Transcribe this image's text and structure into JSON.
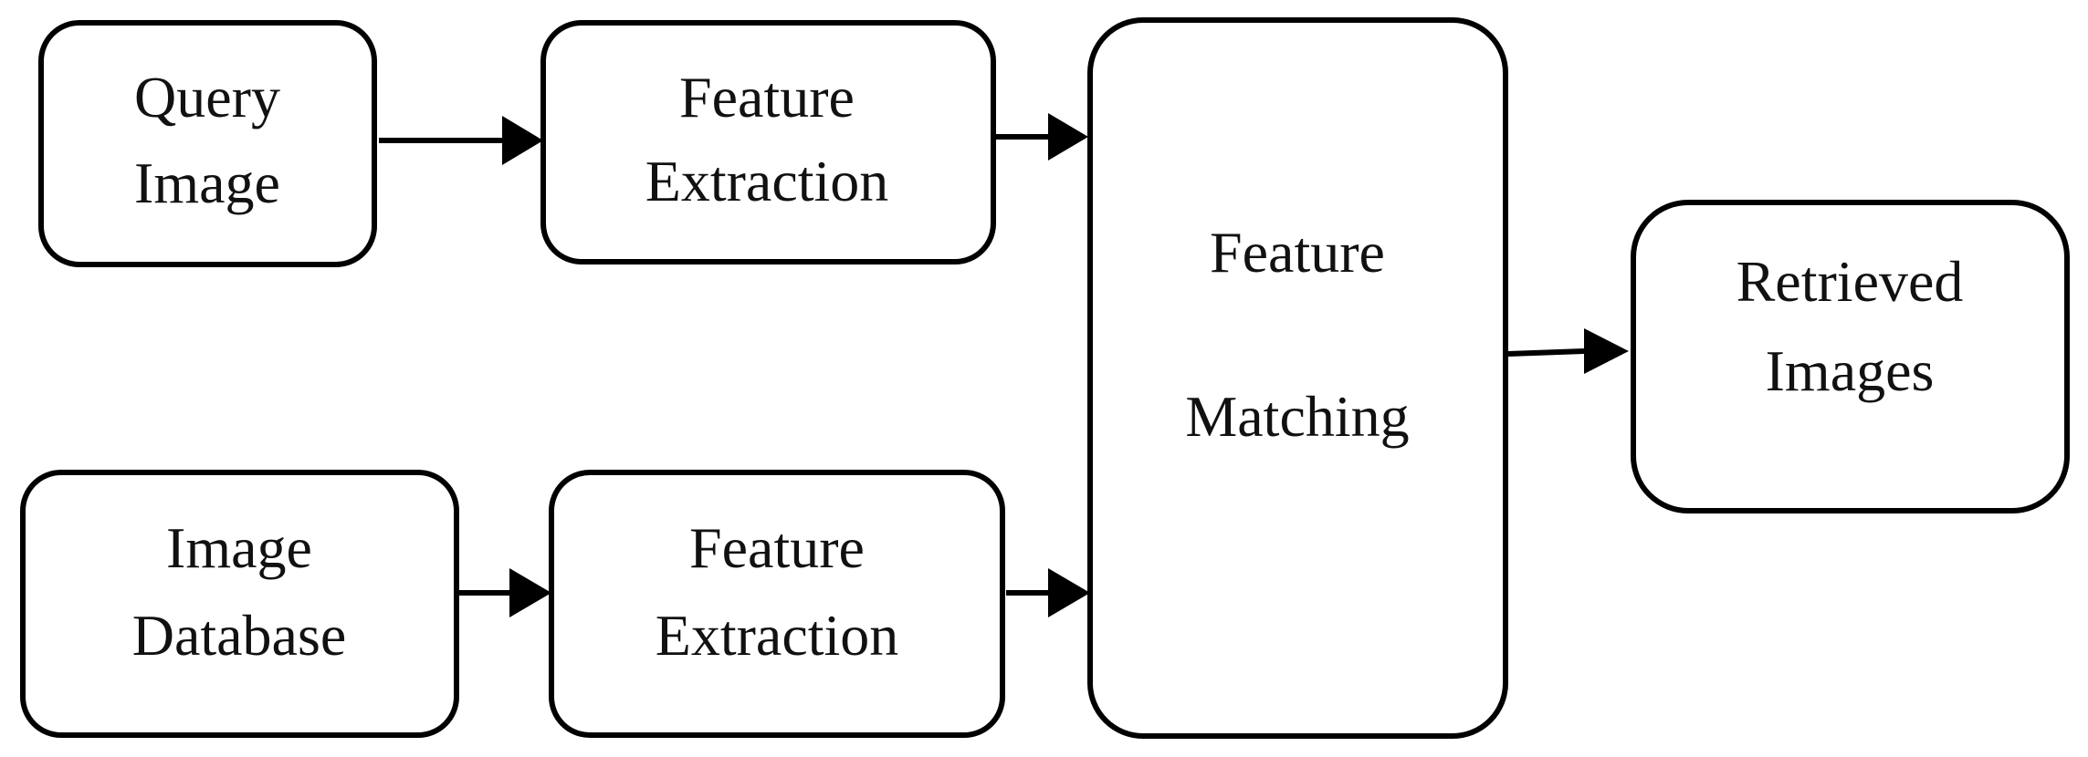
{
  "diagram": {
    "nodes": {
      "query_image": {
        "lines": [
          "Query",
          "Image"
        ]
      },
      "feature_extraction_top": {
        "lines": [
          "Feature",
          "Extraction"
        ]
      },
      "image_database": {
        "lines": [
          "Image",
          "Database"
        ]
      },
      "feature_extraction_bottom": {
        "lines": [
          "Feature",
          "Extraction"
        ]
      },
      "feature_matching": {
        "lines": [
          "Feature",
          "Matching"
        ]
      },
      "retrieved_images": {
        "lines": [
          "Retrieved",
          "Images"
        ]
      }
    },
    "edges": [
      {
        "from": "query_image",
        "to": "feature_extraction_top"
      },
      {
        "from": "feature_extraction_top",
        "to": "feature_matching"
      },
      {
        "from": "image_database",
        "to": "feature_extraction_bottom"
      },
      {
        "from": "feature_extraction_bottom",
        "to": "feature_matching"
      },
      {
        "from": "feature_matching",
        "to": "retrieved_images"
      }
    ],
    "colors": {
      "stroke": "#000000",
      "fill": "#ffffff",
      "text": "#111111"
    }
  }
}
